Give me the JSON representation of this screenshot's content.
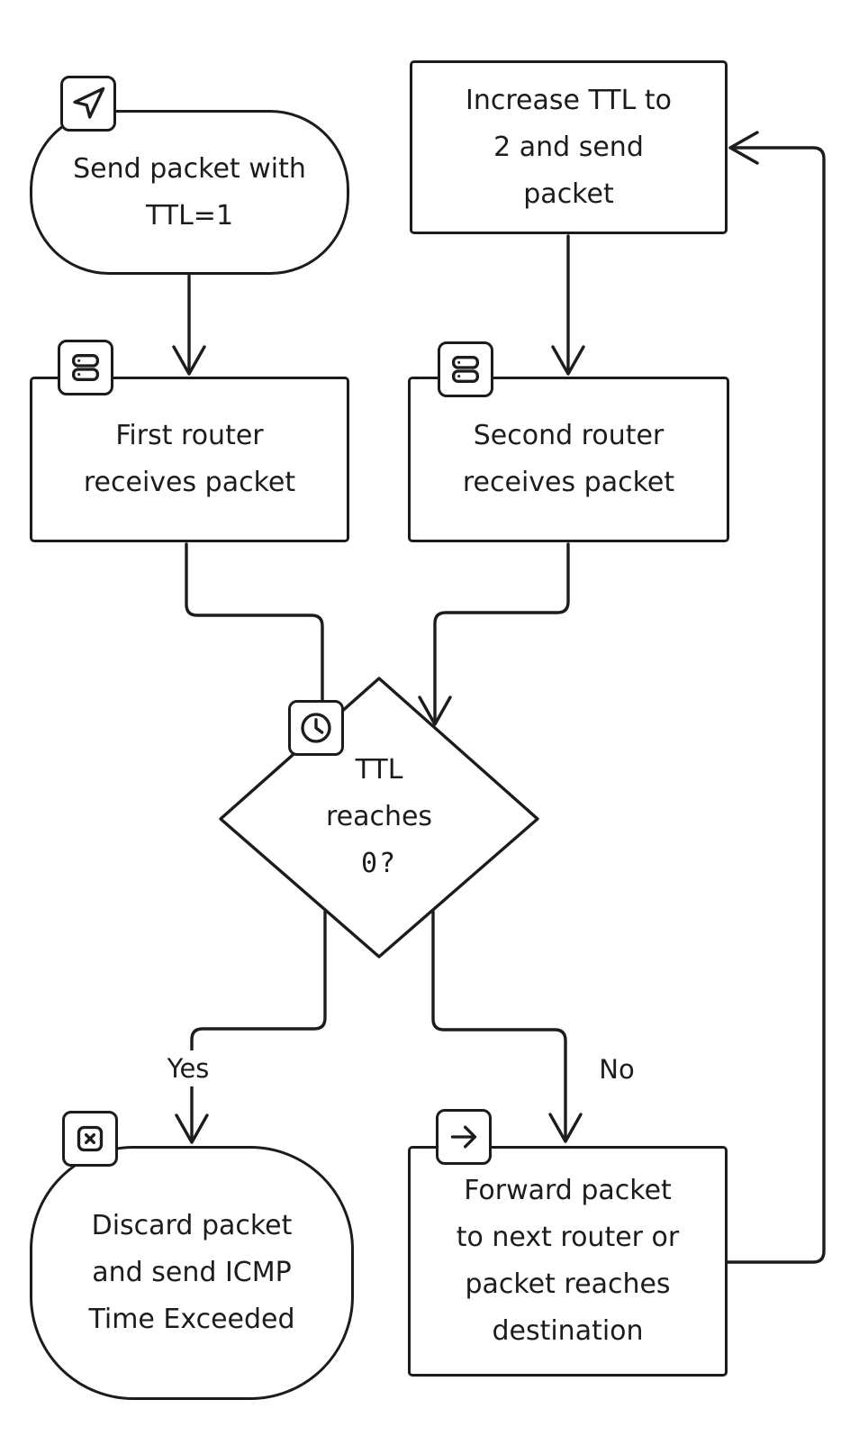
{
  "diagram": {
    "type": "flowchart",
    "topic": "Traceroute TTL packet flow",
    "colors": {
      "stroke": "#1c1c1c",
      "background": "#ffffff",
      "text": "#1c1c1c"
    },
    "nodes": {
      "start": {
        "shape": "stadium",
        "icon": "send-icon",
        "lines": [
          "Send packet with",
          "TTL=1"
        ]
      },
      "increase_ttl": {
        "shape": "rect",
        "icon": null,
        "lines": [
          "Increase TTL to",
          "2 and send",
          "packet"
        ]
      },
      "first_router": {
        "shape": "rect",
        "icon": "server-icon",
        "lines": [
          "First router",
          "receives packet"
        ]
      },
      "second_router": {
        "shape": "rect",
        "icon": "server-icon",
        "lines": [
          "Second router",
          "receives packet"
        ]
      },
      "decision": {
        "shape": "diamond",
        "icon": "clock-icon",
        "lines": [
          "TTL",
          "reaches",
          "0?"
        ]
      },
      "discard": {
        "shape": "stadium",
        "icon": "x-square-icon",
        "lines": [
          "Discard packet",
          "and send ICMP",
          "Time Exceeded"
        ]
      },
      "forward": {
        "shape": "rect",
        "icon": "arrow-right-icon",
        "lines": [
          "Forward packet",
          "to next router or",
          "packet reaches",
          "destination"
        ]
      }
    },
    "edge_labels": {
      "yes": "Yes",
      "no": "No"
    },
    "edges": [
      {
        "from": "start",
        "to": "first_router",
        "label": ""
      },
      {
        "from": "increase_ttl",
        "to": "second_router",
        "label": ""
      },
      {
        "from": "first_router",
        "to": "decision",
        "label": ""
      },
      {
        "from": "second_router",
        "to": "decision",
        "label": ""
      },
      {
        "from": "decision",
        "to": "discard",
        "label": "Yes"
      },
      {
        "from": "decision",
        "to": "forward",
        "label": "No"
      },
      {
        "from": "forward",
        "to": "increase_ttl",
        "label": ""
      }
    ]
  }
}
